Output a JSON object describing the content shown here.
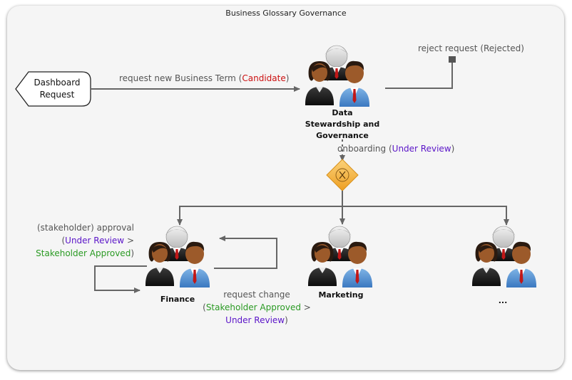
{
  "title": "Business Glossary Governance",
  "colors": {
    "candidate": "#cc1111",
    "under_review": "#5a14c8",
    "stakeholder_approved": "#2a9a23",
    "connector": "#666666",
    "gateway": "#f3b23c"
  },
  "nodes": {
    "dashboard": {
      "line1": "Dashboard",
      "line2": "Request"
    },
    "dsg": {
      "line1": "Data",
      "line2": "Stewardship and",
      "line3": "Governance"
    },
    "finance": {
      "label": "Finance"
    },
    "marketing": {
      "label": "Marketing"
    },
    "other": {
      "label": "..."
    },
    "gateway": {
      "symbol": "X"
    }
  },
  "edges": {
    "request_new": {
      "text": "request new Business Term (",
      "status": "Candidate",
      "close": ")"
    },
    "reject": {
      "text": "reject request (Rejected)"
    },
    "onboarding": {
      "text": "onboarding (",
      "status": "Under Review",
      "close": ")"
    },
    "approval": {
      "line1": "(stakeholder) approval",
      "open": "(",
      "status1": "Under Review",
      "sep": " >",
      "status2": "Stakeholder Approved",
      "close": ")"
    },
    "request_change": {
      "line1": "request change",
      "open": "(",
      "status1": "Stakeholder Approved",
      "sep": " >",
      "status2": "Under Review",
      "close": ")"
    }
  },
  "icons": {
    "group": "people-group-icon",
    "gateway": "exclusive-gateway-icon"
  }
}
